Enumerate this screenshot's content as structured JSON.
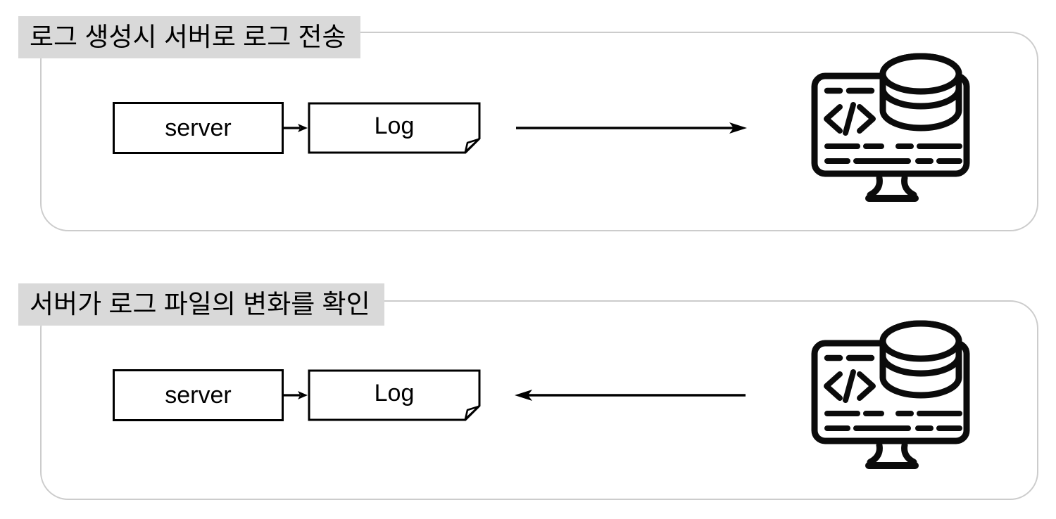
{
  "colors": {
    "background": "#ffffff",
    "title_bg": "#d9d9d9",
    "panel_border": "#cccccc",
    "node_border": "#000000",
    "icon_stroke": "#0b0b0b"
  },
  "panels": [
    {
      "title": "로그 생성시 서버로 로그 전송",
      "server_label": "server",
      "log_label": "Log",
      "edges": [
        {
          "from": "server",
          "to": "Log",
          "direction": "right"
        },
        {
          "from": "Log",
          "to": "monitor-database",
          "direction": "right"
        }
      ]
    },
    {
      "title": "서버가 로그 파일의 변화를 확인",
      "server_label": "server",
      "log_label": "Log",
      "edges": [
        {
          "from": "server",
          "to": "Log",
          "direction": "right"
        },
        {
          "from": "monitor-database",
          "to": "Log",
          "direction": "left"
        }
      ]
    }
  ]
}
